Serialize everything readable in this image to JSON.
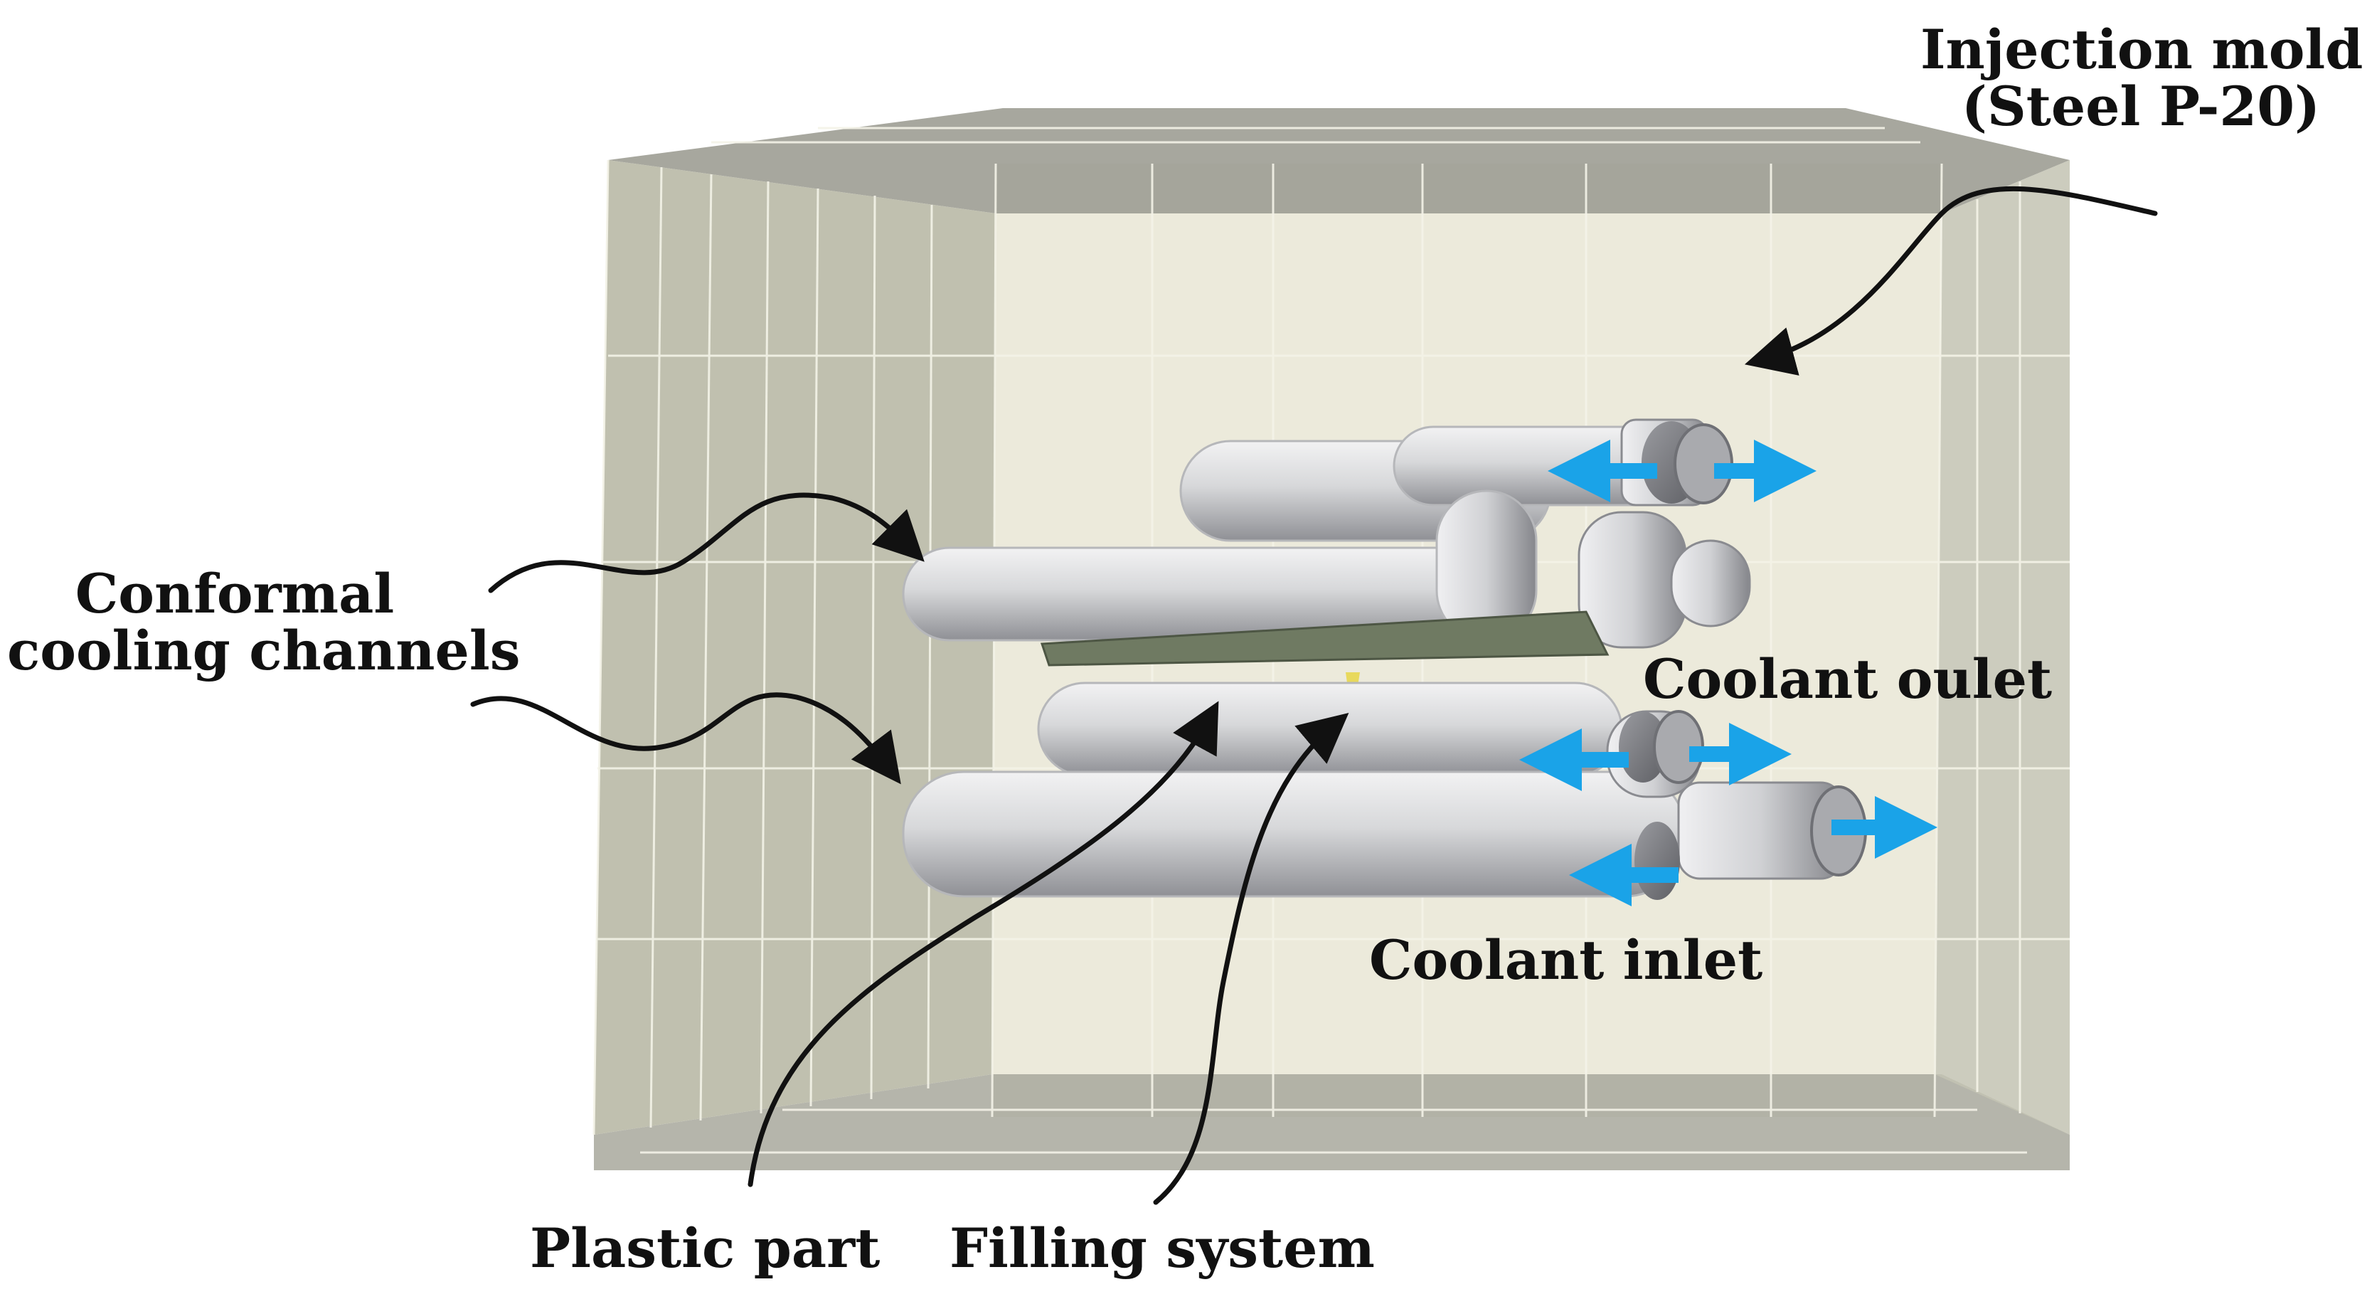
{
  "labels": {
    "mold_line1": "Injection mold",
    "mold_line2": "(Steel P-20)",
    "channels_line1": "Conformal",
    "channels_line2": "cooling channels",
    "outlet": "Coolant oulet",
    "inlet": "Coolant inlet",
    "plastic_part": "Plastic part",
    "filling_system": "Filling system"
  },
  "colors": {
    "mold_side": "#b9b9a6",
    "mold_top": "#9a9a90",
    "mold_back": "#eceadb",
    "grid_line": "#f4f3e8",
    "pipe": "#d9dadc",
    "pipe_shadow": "#8d8e93",
    "arrow_flow": "#1aa3e8",
    "annotation_arrow": "#111111"
  },
  "icons": {
    "flow_arrow": "double-headed-arrow",
    "pointer": "curved-arrow"
  }
}
